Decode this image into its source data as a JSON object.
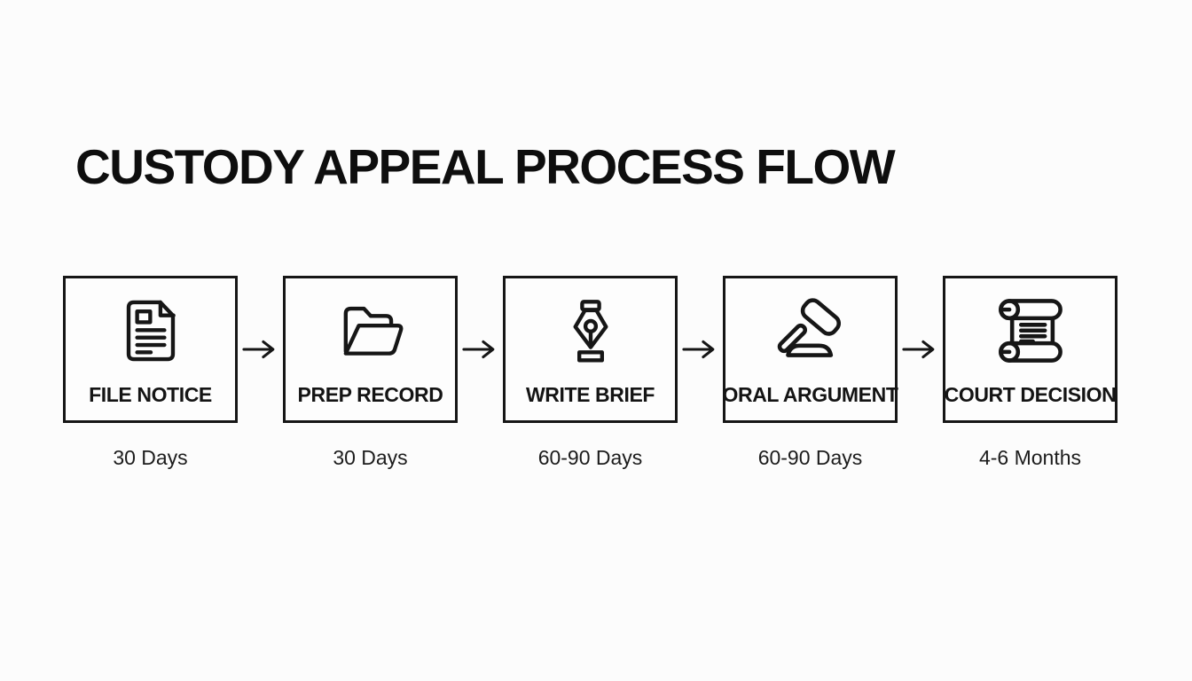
{
  "page": {
    "background_color": "#fcfcfc",
    "ink_color": "#161616"
  },
  "title": "CUSTODY APPEAL PROCESS FLOW",
  "flow": {
    "arrow_icon": "right-arrow-icon",
    "steps": [
      {
        "label": "FILE NOTICE",
        "duration": "30 Days",
        "icon": "document-icon"
      },
      {
        "label": "PREP RECORD",
        "duration": "30 Days",
        "icon": "folder-icon"
      },
      {
        "label": "WRITE BRIEF",
        "duration": "60-90 Days",
        "icon": "pen-nib-icon"
      },
      {
        "label": "ORAL ARGUMENT",
        "duration": "60-90 Days",
        "icon": "gavel-icon"
      },
      {
        "label": "COURT DECISION",
        "duration": "4-6 Months",
        "icon": "scroll-icon"
      }
    ]
  }
}
